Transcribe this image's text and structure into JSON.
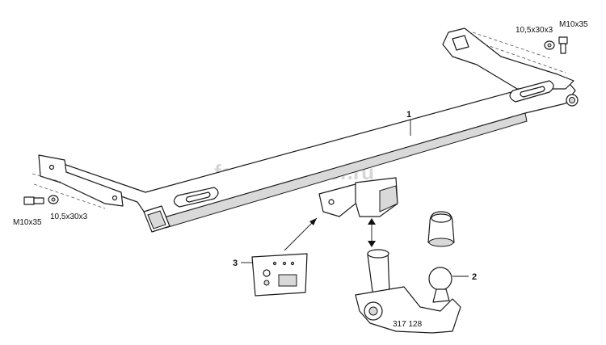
{
  "watermark": "farkop-center.ru",
  "callouts": {
    "part1": "1",
    "part2": "2",
    "part3": "3"
  },
  "labels": {
    "washer_right": "10,5x30x3",
    "bolt_right": "M10x35",
    "bolt_left": "M10x35",
    "washer_left": "10,5x30x3",
    "ball_code": "317 128"
  }
}
